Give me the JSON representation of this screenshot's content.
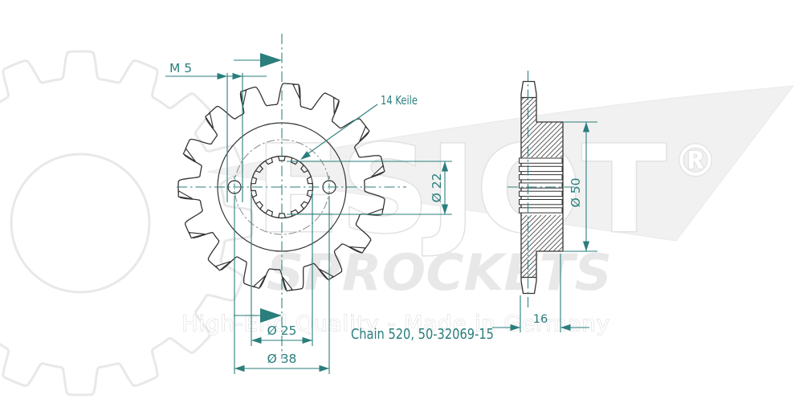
{
  "drawing_title": "Chain 520, 50-32069-15",
  "labels": {
    "thread": "M 5",
    "spline": "14 Keile",
    "bore_diameter": "Ø 22",
    "spline_outer_diameter": "Ø 25",
    "bolt_circle_diameter": "Ø 38",
    "hub_diameter": "Ø 50",
    "hub_width": "16"
  },
  "watermark": {
    "brand": "ESJOT",
    "registered_mark": "®",
    "product_line": "SPROCKETS",
    "tagline": "High-End Quality - Made in Germany"
  },
  "specs": {
    "teeth_count": 15,
    "spline_count": 14,
    "chain_size": "520",
    "part_number": "50-32069-15"
  },
  "colors": {
    "dimension_teal": "#2a7e7c",
    "drawing_line": "#333333",
    "centerline_gray": "#8a8a8a",
    "watermark_outline": "#e2e2e2",
    "watermark_solid": "#e8e8e8",
    "wedge_fill": "#f1f1f1",
    "background": "#ffffff"
  }
}
